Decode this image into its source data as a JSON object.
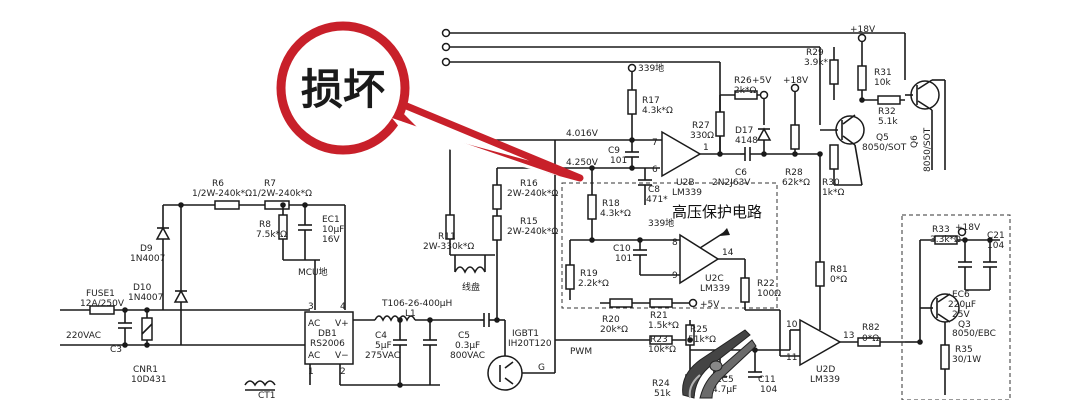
{
  "callout": {
    "label": "损坏",
    "color": "#c8202a"
  },
  "circuit_title": "高压保护电路",
  "labels": {
    "r6": "R6",
    "r6v": "1/2W-240k*Ω",
    "r7": "R7",
    "r7v": "1/2W-240k*Ω",
    "r8": "R8",
    "r8v": "7.5k*Ω",
    "ec1": "EC1",
    "ec1v": "10μF",
    "ec1v2": "16V",
    "mcu": "MCU地",
    "d9": "D9",
    "d9v": "1N4007",
    "d10": "D10",
    "d10v": "1N4007",
    "fuse": "FUSE1",
    "fusev": "12A/250V",
    "vac": "220VAC",
    "c3": "C3",
    "cnr": "CNR1",
    "cnrv": "10D431",
    "db1": "DB1",
    "db1v": "RS2006",
    "ac1": "AC",
    "vp": "V+",
    "ac2": "AC",
    "vm": "V−",
    "p3": "3",
    "p4": "4",
    "p1": "1",
    "p2": "2",
    "ct1": "CT1",
    "l1": "L1",
    "l1v": "T106-26-400μH",
    "c4": "C4",
    "c4v": "5μF",
    "c4v2": "275VAC",
    "c5": "C5",
    "c5v": "0.3μF",
    "c5v2": "800VAC",
    "igbt": "IGBT1",
    "igbtv": "IH20T120",
    "g": "G",
    "coil": "线盘",
    "r11": "R11",
    "r11v": "2W-330k*Ω",
    "r15": "R15",
    "r15v": "2W-240k*Ω",
    "r16": "R16",
    "r16v": "2W-240k*Ω",
    "v4016": "4.016V",
    "v4250": "4.250V",
    "r17": "R17",
    "r17v": "4.3k*Ω",
    "gnd339": "339地",
    "c9": "C9",
    "c9v": "101",
    "c8": "C8",
    "c8v": "471*",
    "u2b": "U2B",
    "u2bv": "LM339",
    "r18": "R18",
    "r18v": "4.3k*Ω",
    "gnd339b": "339地",
    "c10": "C10",
    "c10v": "101",
    "u2c": "U2C",
    "u2cv": "LM339",
    "r19": "R19",
    "r19v": "2.2k*Ω",
    "r20": "R20",
    "r20v": "20k*Ω",
    "r21": "R21",
    "r21v": "1.5k*Ω",
    "p5v": "+5V",
    "r22": "R22",
    "r22v": "100Ω",
    "r23": "R23",
    "r23v": "10k*Ω",
    "r24": "R24",
    "r24v": "51k",
    "r25": "R25",
    "r25v": "51k*Ω",
    "ec5": "EC5",
    "ec5v": "4.7μF",
    "c11": "C11",
    "c11v": "104",
    "pwm": "PWM",
    "r26": "R26",
    "r26v": "2k*Ω",
    "p5v2": "+5V",
    "r27": "R27",
    "r27v": "330Ω",
    "d17": "D17",
    "d17v": "4148",
    "c6": "C6",
    "c6v": "2N2J63V",
    "r28": "R28",
    "r28v": "62k*Ω",
    "p18v": "+18V",
    "p18v2": "+18V",
    "p18v3": "+18V",
    "r29": "R29",
    "r29v": "3.9k*",
    "r31": "R31",
    "r31v": "10k",
    "r32": "R32",
    "r32v": "5.1k",
    "q5": "Q5",
    "q5v": "8050/SOT",
    "q6": "Q6",
    "q6v": "8050/SOT",
    "r30": "R30",
    "r30v": "1k*Ω",
    "r81": "R81",
    "r81v": "0*Ω",
    "u2d": "U2D",
    "u2dv": "LM339",
    "r82": "R82",
    "r82v": "0*Ω",
    "r33": "R33",
    "r33v": "3.3k*Ω",
    "c21": "C21",
    "c21v": "104",
    "ec6": "EC6",
    "ec6v": "220μF",
    "ec6v2": "25V",
    "q3": "Q3",
    "q3v": "8050/EBC",
    "r35": "R35",
    "r35v": "30/1W",
    "n7": "7",
    "n6": "6",
    "n1": "1",
    "n8": "8",
    "n9": "9",
    "n14": "14",
    "n10": "10",
    "n11": "11",
    "n13": "13"
  }
}
